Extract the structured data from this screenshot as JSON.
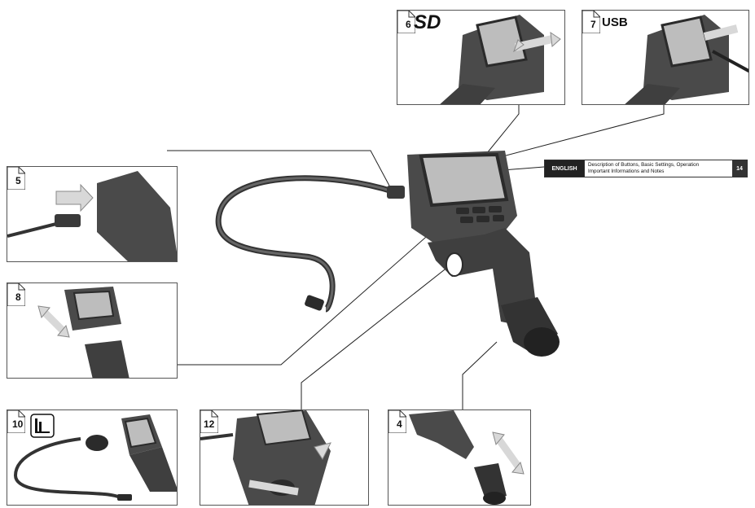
{
  "panels": {
    "p6": {
      "number": "6",
      "logo": "SD"
    },
    "p7": {
      "number": "7",
      "label": "USB"
    },
    "p5": {
      "number": "5"
    },
    "p8": {
      "number": "8"
    },
    "p10": {
      "number": "10",
      "icon": "light-level-icon"
    },
    "p12": {
      "number": "12"
    },
    "p4": {
      "number": "4"
    }
  },
  "reference": {
    "language": "ENGLISH",
    "description_line1": "Description of Buttons, Basic Settings, Operation",
    "description_line2": "Important Informations and Notes",
    "page": "14"
  },
  "colors": {
    "device_body": "#4a4a4a",
    "device_dark": "#2b2b2b",
    "screen": "#bdbdbd",
    "arrow": "#d8d8d8"
  }
}
